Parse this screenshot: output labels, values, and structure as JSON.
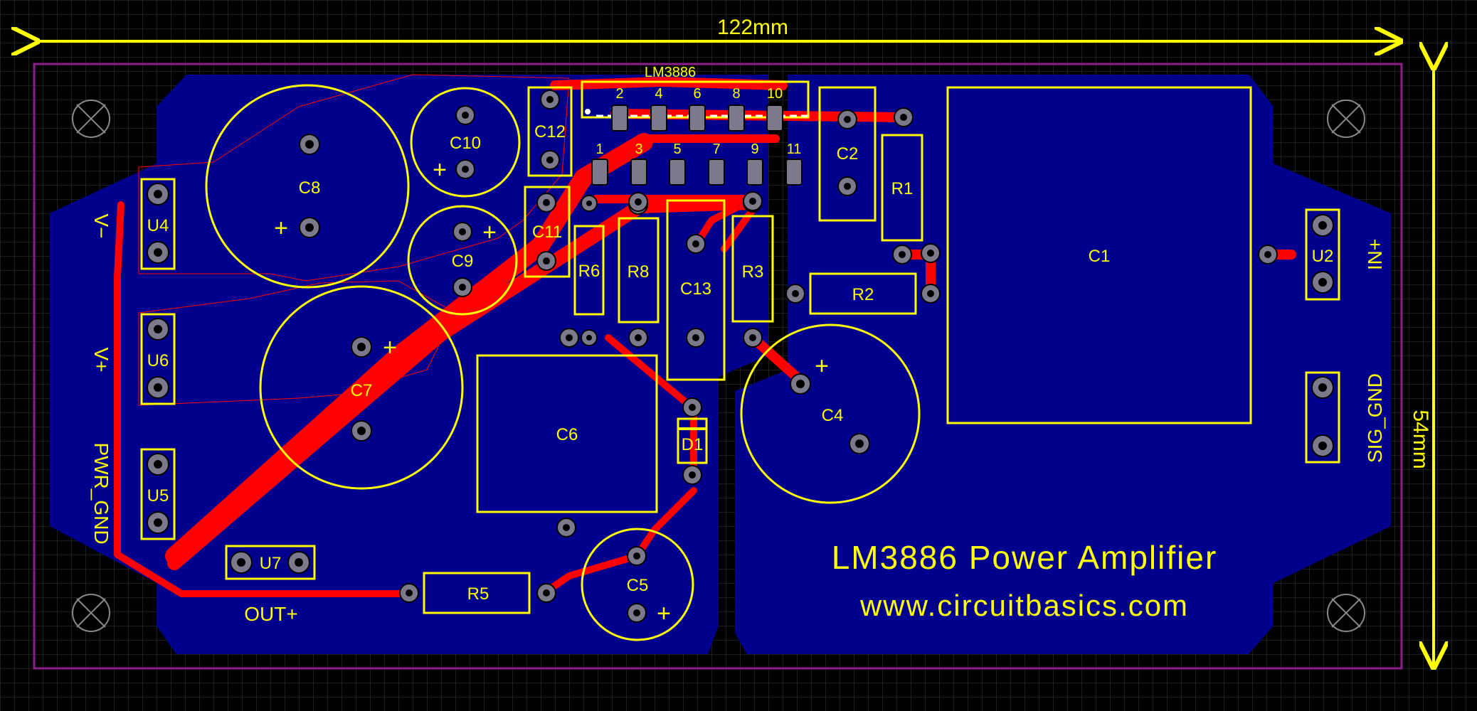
{
  "colors": {
    "background": "#000000",
    "grid": "#3a3a3a",
    "board": "#00008c",
    "copper": "#ff0000",
    "silkscreen": "#ffff00",
    "outline": "#8c1e8c",
    "pad": "#7a7a8a"
  },
  "dimensions": {
    "width_label": "122mm",
    "height_label": "54mm"
  },
  "chip": {
    "name": "LM3886",
    "top_pins": [
      "2",
      "4",
      "6",
      "8",
      "10"
    ],
    "bottom_pins": [
      "1",
      "3",
      "5",
      "7",
      "9",
      "11"
    ]
  },
  "components": {
    "C1": "C1",
    "C2": "C2",
    "C4": "C4",
    "C5": "C5",
    "C6": "C6",
    "C7": "C7",
    "C8": "C8",
    "C9": "C9",
    "C10": "C10",
    "C11": "C11",
    "C12": "C12",
    "C13": "C13",
    "R1": "R1",
    "R2": "R2",
    "R3": "R3",
    "R5": "R5",
    "R6": "R6",
    "R8": "R8",
    "D1": "D1",
    "U2": "U2",
    "U4": "U4",
    "U5": "U5",
    "U6": "U6",
    "U7": "U7"
  },
  "polarity_mark": "+",
  "connectors": {
    "vminus": "V−",
    "vplus": "V+",
    "pwr_gnd": "PWR_GND",
    "out_plus": "OUT+",
    "in_plus": "IN+",
    "sig_gnd": "SIG_GND"
  },
  "title": "LM3886 Power Amplifier",
  "url": "www.circuitbasics.com"
}
